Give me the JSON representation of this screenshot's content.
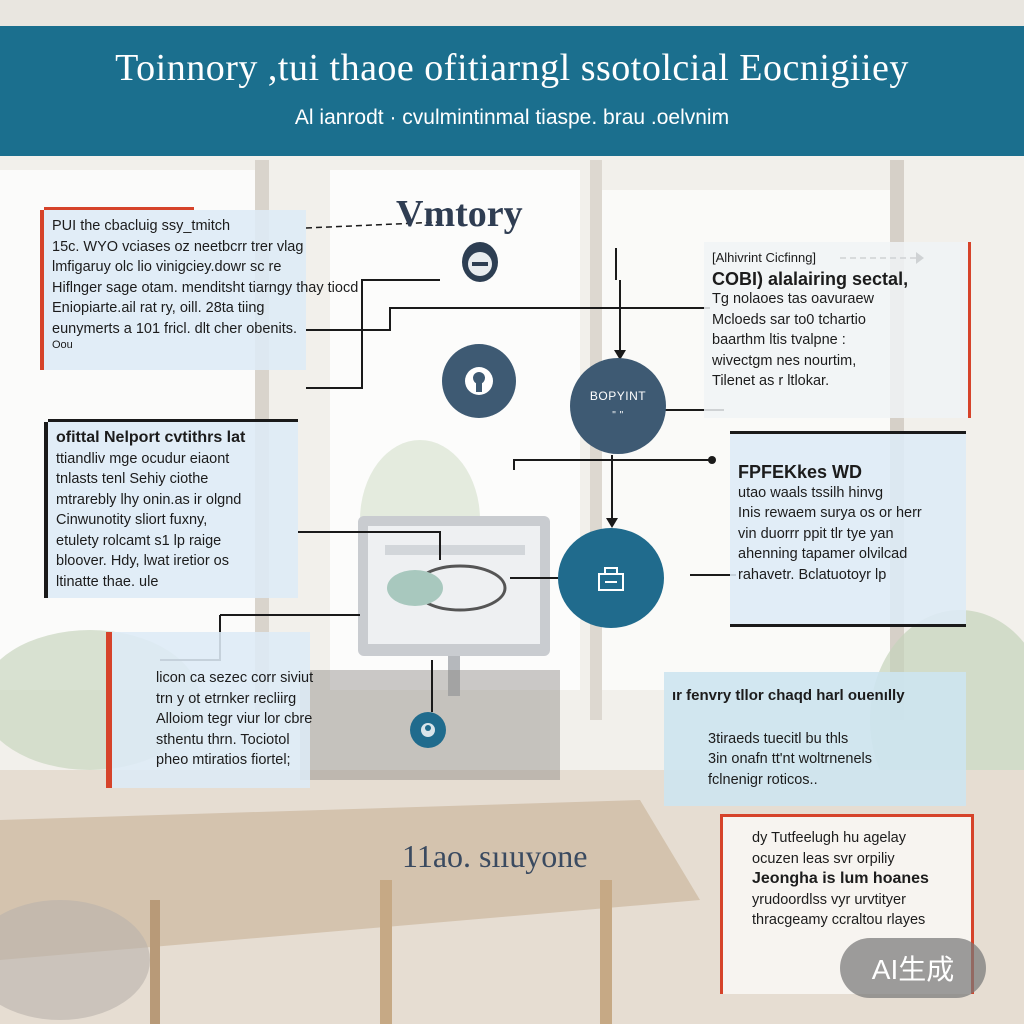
{
  "banner": {
    "title": "Toinnory ,tui thaoe ofitiarngl ssotolcial Eocnigiiey",
    "subtitle": "Al  ianrodt   ·   cvulmintinmal tiaspe.   brau .oelvnim"
  },
  "center": {
    "title": "Vmtory",
    "footer": "11ao. sııuyone"
  },
  "nodes": {
    "hub": {
      "label": "BOPYINT",
      "sub": "\" \""
    },
    "portrait": {
      "icon": "face-icon"
    },
    "bag": {
      "icon": "bag-icon"
    },
    "person": {
      "icon": "person-icon"
    },
    "small": {
      "icon": "person-small-icon"
    }
  },
  "cards": {
    "top_left": {
      "lines": [
        "PUI the cbacluig ssy_tmitch",
        "15c. WYO vciases oz neetbcrr trer vlag",
        "lmfigaruy olc lio vinigciey.dowr sc re",
        "Hiflnger sage otam. menditsht tiarngy thay tiocd",
        "Eniopiarte.ail rat ry, oill.  28ta tiing",
        "eunymerts a 101 fricl. dlt cher obenits.",
        "Oou"
      ]
    },
    "mid_left": {
      "lines": [
        "ofittal Nelport cvtithrs lat",
        "ttiandliv mge ocudur eiaont",
        "tnlasts tenl Sehiy ciothe",
        "mtrarebly lhy onin.as ir olgnd",
        "Cinwunotity sliort fuxny,",
        "etulety rolcamt s1 lp raige",
        "bloover.  Hdy, lwat iretior os",
        "ltinatte thae. ule"
      ]
    },
    "bottom_left": {
      "lines": [
        "licon ca sezec corr siviut",
        "trn y ot etrnker recliirg",
        "Alloiom tegr viur lor cbre",
        "sthentu thrn. Tociotol",
        "pheo mtiratios fiortel;"
      ]
    },
    "top_right": {
      "heading": "[Alhivrint Cicfinng]",
      "lines": [
        "COBI) alalairing sectal,",
        "Tg nolaoes tas oavuraew",
        "Mcloeds sar to0 tchartio",
        "baarthm ltis tvalpne :",
        "wivectgm nes nourtim,",
        "Tilenet as r ltlokar."
      ]
    },
    "mid_right": {
      "heading": "FPFEKkes     WD",
      "lines": [
        "utao waals  tssilh hinvg",
        "Inis rewaem surya os or herr",
        "vin duorrr ppit tlr tye yan",
        "ahenning tapamer olvilcad",
        "rahavetr.  Bclatuotoyr lp"
      ]
    },
    "lower_right": {
      "heading": "ır fenvry tllor chaqd harl ouenılly",
      "lines": [
        "3tiraeds tuecitl bu thls",
        "3in onafn tt'nt woltrnenels",
        "fclnenigr roticos.."
      ]
    },
    "bottom_right": {
      "lines": [
        "dy Tutfeelugh hu agelay",
        "ocuzen leas svr orpiliy",
        "Jeongha is lum hoanes",
        "yrudoordlss vyr urvtityer",
        "thracgeamy ccraltou rlayes"
      ]
    }
  },
  "badge": {
    "text": "AI生成"
  },
  "colors": {
    "banner": "#1b6f8e",
    "node_dark": "#3e5a73",
    "node_teal": "#206b8d",
    "accent_red": "#d6432a",
    "connector": "#1a1a1a"
  }
}
